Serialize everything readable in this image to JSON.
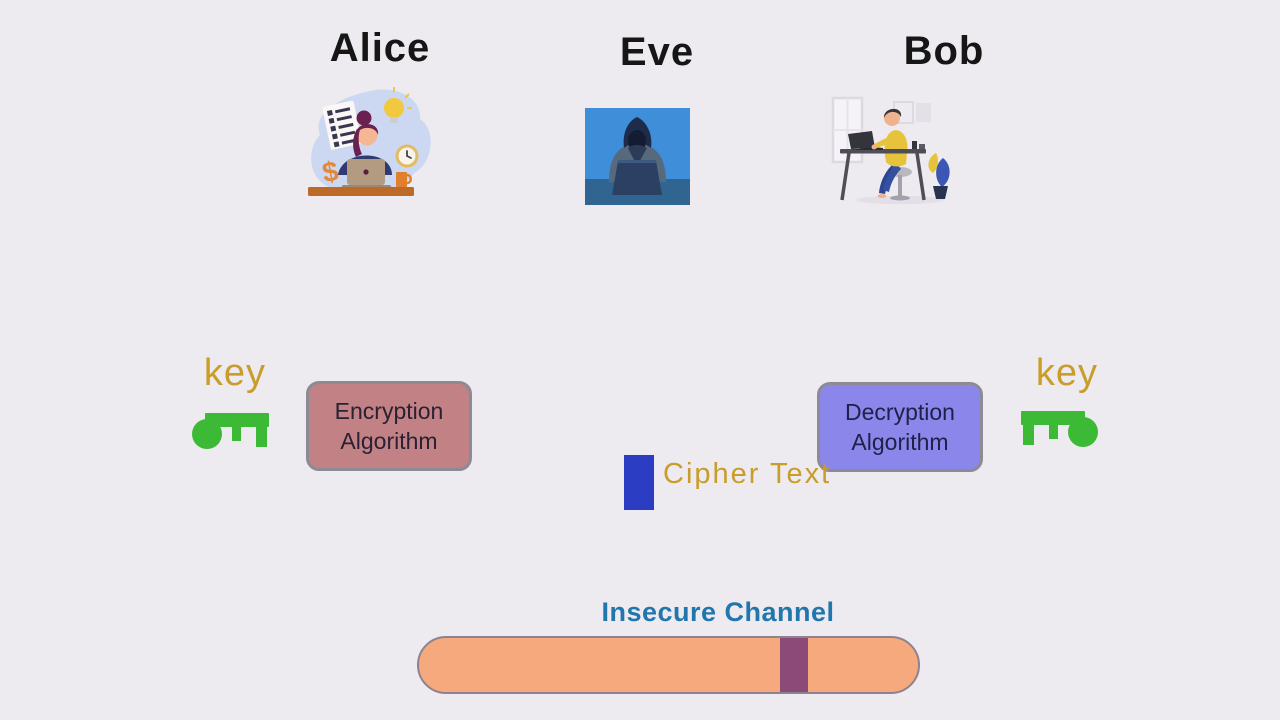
{
  "palette": {
    "background": "#edeaf0",
    "key_text_gold": "#c89d2a",
    "key_icon_green": "#3cba35",
    "cipher_block_blue": "#2b3dc2",
    "cipher_label_gold": "#c89d2a",
    "channel_fill_salmon": "#f6a97c",
    "channel_packet_plum": "#8b4a77",
    "channel_label_blue": "#2176ae",
    "encryption_box_fill": "#c28184",
    "decryption_box_fill": "#8b87ea",
    "box_border_gray": "#8b8b96"
  },
  "actors": [
    {
      "label": "Alice"
    },
    {
      "label": "Eve"
    },
    {
      "label": "Bob"
    }
  ],
  "sender_key": {
    "label": "key"
  },
  "receiver_key": {
    "label": "key"
  },
  "encryption_box": {
    "line1": "Encryption",
    "line2": "Algorithm"
  },
  "decryption_box": {
    "line1": "Decryption",
    "line2": "Algorithm"
  },
  "cipher": {
    "label": "Cipher Text"
  },
  "channel": {
    "label": "Insecure Channel"
  },
  "illustrations": {
    "alice": "woman-working-at-laptop",
    "eve": "hooded-hacker-at-laptop",
    "bob": "man-working-at-desk",
    "dollar_glyph": "$"
  }
}
